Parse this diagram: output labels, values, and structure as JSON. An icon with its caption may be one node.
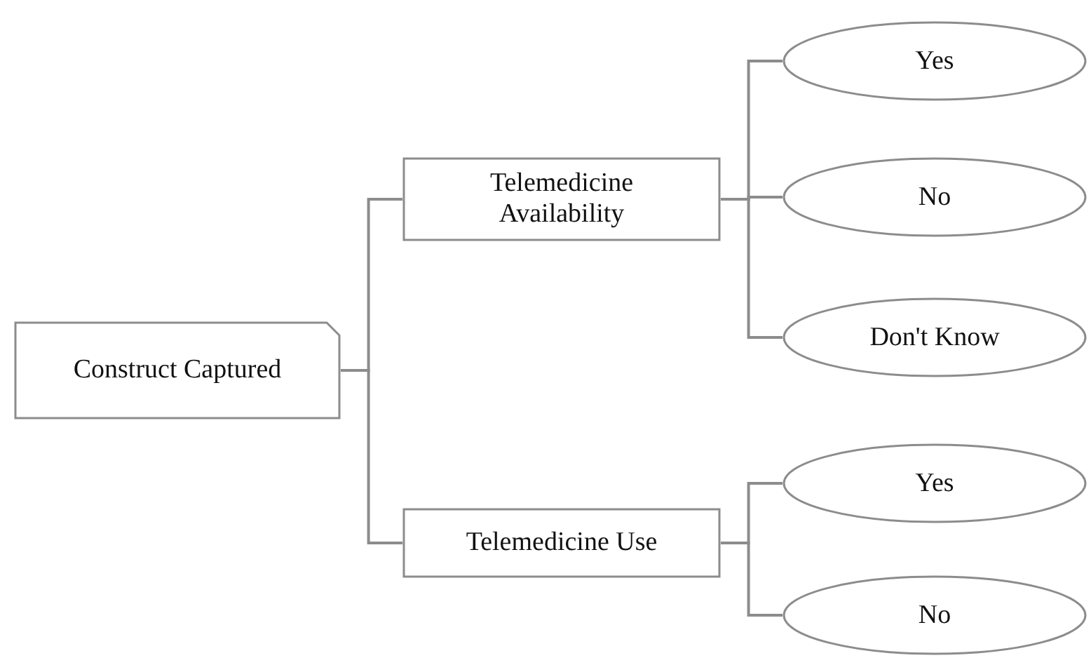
{
  "diagram": {
    "nodes": [
      {
        "text": [
          "Construct Captured"
        ]
      },
      {
        "text": [
          "Telemedicine Availability"
        ]
      },
      {
        "text": [
          "Telemedicine Use"
        ]
      },
      {
        "text": [
          "Yes"
        ]
      },
      {
        "text": [
          "No"
        ]
      },
      {
        "text": [
          "Don't Know"
        ]
      },
      {
        "text": [
          "Yes"
        ]
      },
      {
        "text": [
          "No"
        ]
      }
    ],
    "edges": [
      {
        "from": 0,
        "to": 1,
        "arrow": "none"
      },
      {
        "from": 0,
        "to": 2,
        "arrow": "none"
      },
      {
        "from": 1,
        "to": 3,
        "arrow": "none"
      },
      {
        "from": 1,
        "to": 4,
        "arrow": "none"
      },
      {
        "from": 1,
        "to": 5,
        "arrow": "none"
      },
      {
        "from": 2,
        "to": 6,
        "arrow": "none"
      },
      {
        "from": 2,
        "to": 7,
        "arrow": "none"
      }
    ]
  }
}
